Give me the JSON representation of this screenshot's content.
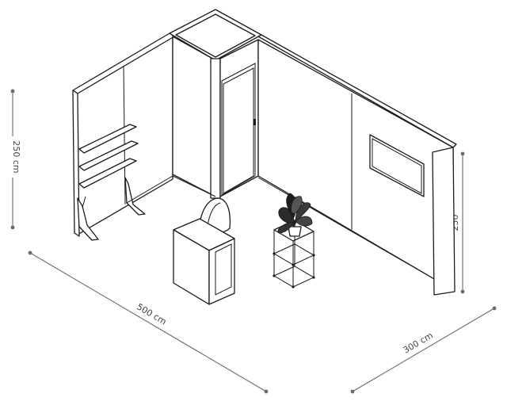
{
  "dimensions": {
    "height_left": "250 cm",
    "length": "500 cm",
    "depth": "300 cm",
    "height_right": "250"
  },
  "colors": {
    "outline": "#1a1a1a",
    "dimension": "#6b6b6b",
    "background": "#ffffff"
  }
}
